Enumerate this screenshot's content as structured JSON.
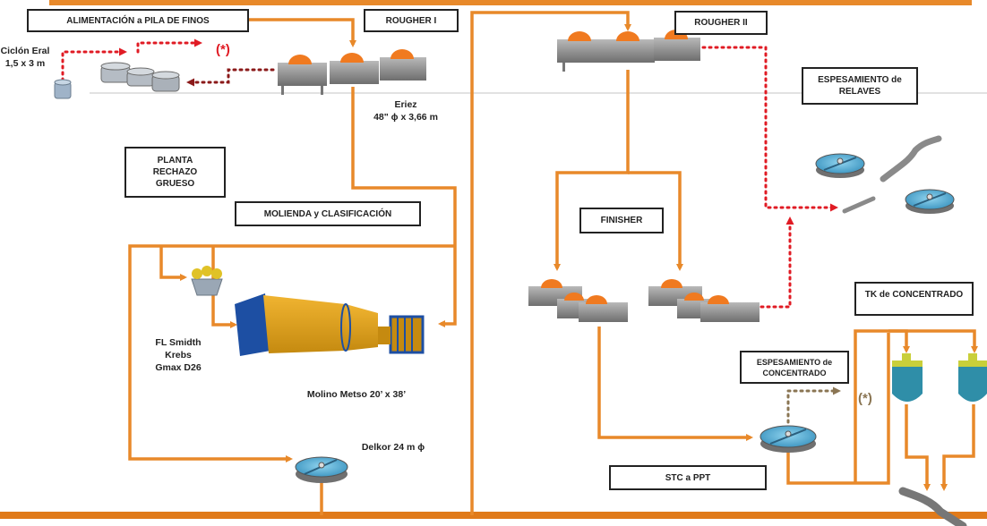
{
  "title": "Diagrama de flujo de planta de concentración magnética",
  "colors": {
    "process_line": "#e8892a",
    "tailings_line": "#e01b24",
    "return_line": "#8b1a1a",
    "thickener_overflow": "#8a7553",
    "box_border": "#222222",
    "separator": "#d9d9d9"
  },
  "boxes": {
    "feed": "ALIMENTACIÓN a  PILA DE FINOS",
    "rougher1": "ROUGHER I",
    "rougher2": "ROUGHER II",
    "tailings_thickening": "ESPESAMIENTO de\nRELAVES",
    "coarse_reject": "PLANTA\nRECHAZO\nGRUESO",
    "grinding": "MOLIENDA y CLASIFICACIÓN",
    "finisher": "FINISHER",
    "concentrate_tank": "TK de CONCENTRADO",
    "concentrate_thickening": "ESPESAMIENTO de\nCONCENTRADO",
    "stc": "STC a PPT"
  },
  "captions": {
    "cyclone": "Ciclón Eral\n1,5 x 3 m",
    "eriez": "Eriez\n48\" ϕ x 3,66 m",
    "hydrocyclone": "FL Smidth\nKrebs\nGmax D26",
    "mill": "Molino Metso 20’ x 38’",
    "delkor": "Delkor 24 m ϕ"
  },
  "notes": {
    "asterisk_red": "(*)",
    "asterisk_brown": "(*)"
  }
}
